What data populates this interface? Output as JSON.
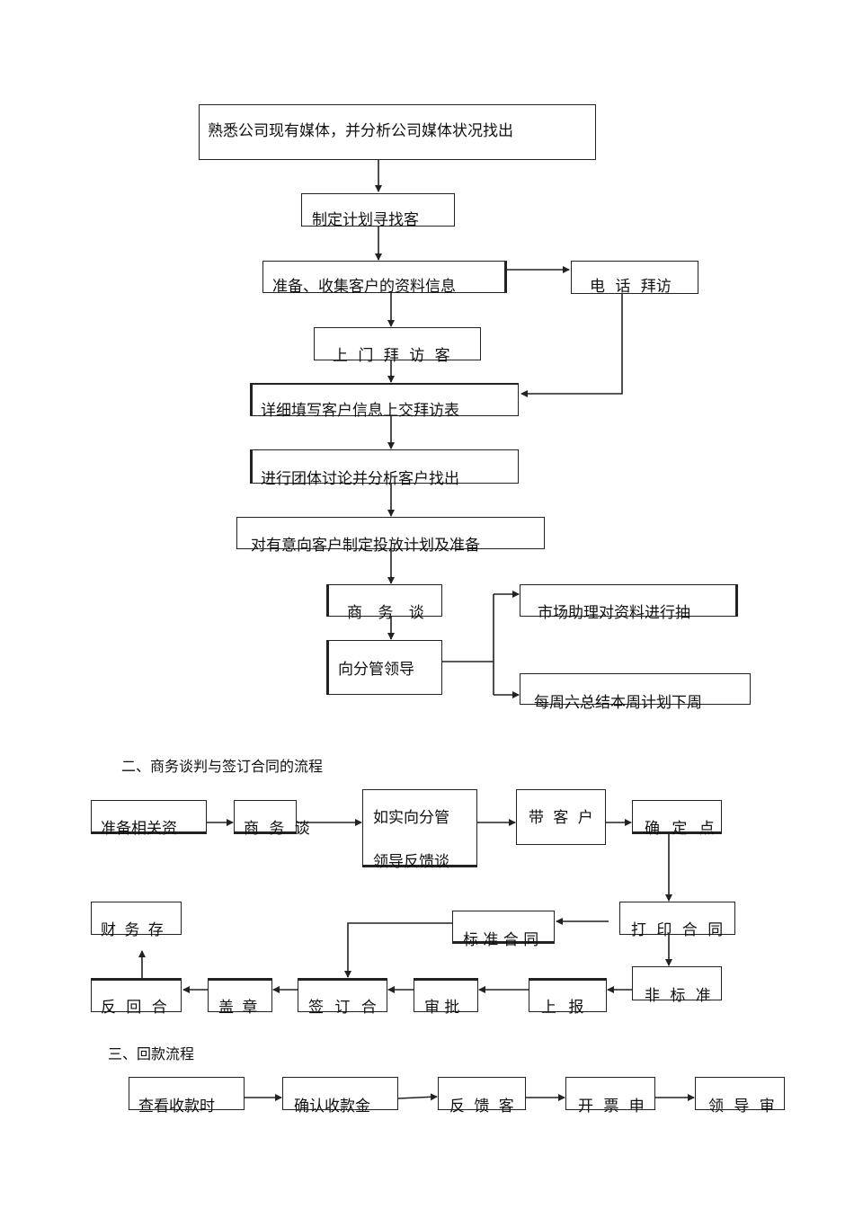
{
  "flow1": {
    "steps": [
      "熟悉公司现有媒体，并分析公司媒体状况找出",
      "制定计划寻找客",
      "准备、收集客户的资料信息",
      "电 话 拜访",
      "上 门 拜 访 客",
      "详细填写客户信息上交拜访表",
      "进行团体讨论并分析客户找出",
      "对有意向客户制定投放计划及准备",
      "商 务 谈",
      "向分管领导",
      "市场助理对资料进行抽",
      "每周六总结本周计划下周"
    ]
  },
  "flow2": {
    "heading": "二、商务谈判与签订合同的流程",
    "steps": {
      "prepare": "准备相关资",
      "negotiate": "商 务 谈",
      "feedback_line1": "如实向分管",
      "feedback_line2": "领导反馈谈",
      "bring_client": "带 客 户",
      "confirm": "确 定 点",
      "print": "打 印 合 同",
      "standard": "标 准 合 同",
      "nonstandard": "非 标 准",
      "report": "上 报",
      "approve": "审 批",
      "sign": "签 订 合",
      "stamp": "盖 章",
      "return": "反 回 合",
      "finance": "财 务 存"
    }
  },
  "flow3": {
    "heading": "三、回款流程",
    "steps": [
      "查看收款时",
      "确认收款金",
      "反 馈 客",
      "开 票 申",
      "领 导 审"
    ]
  }
}
